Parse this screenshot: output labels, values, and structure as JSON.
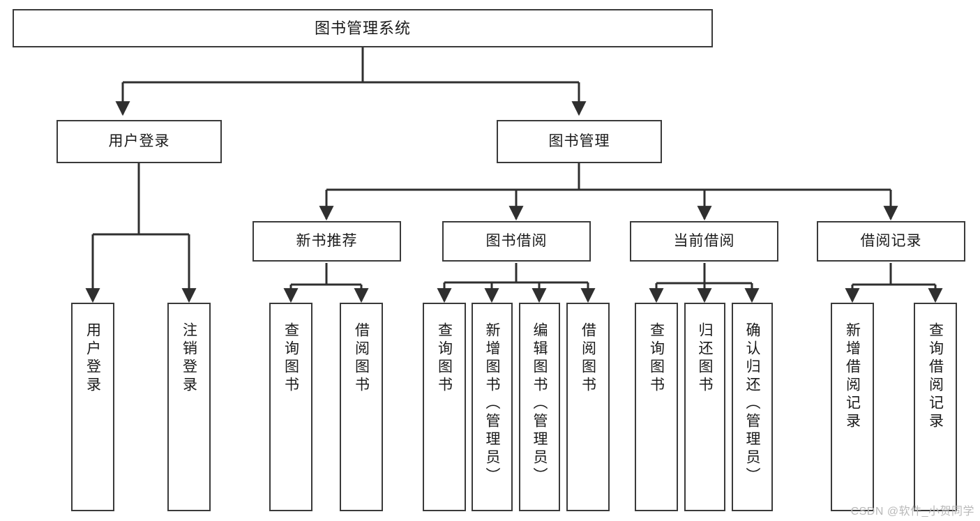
{
  "diagram": {
    "title": "图书管理系统",
    "type": "hierarchy-tree",
    "watermark": "CSDN @软件_小贺同学",
    "colors": {
      "background": "#ffffff",
      "box_border": "#3a3a3a",
      "connector": "#2f2f2f",
      "text": "#1a1a1a",
      "watermark": "#b9b9b9"
    },
    "root": {
      "label": "图书管理系统"
    },
    "level2": [
      {
        "label": "用户登录"
      },
      {
        "label": "图书管理"
      }
    ],
    "level3": [
      {
        "label": "新书推荐"
      },
      {
        "label": "图书借阅"
      },
      {
        "label": "当前借阅"
      },
      {
        "label": "借阅记录"
      }
    ],
    "leaves": {
      "user_login": [
        {
          "label": "用户登录"
        },
        {
          "label": "注销登录"
        }
      ],
      "new_book_recommend": [
        {
          "label": "查询图书"
        },
        {
          "label": "借阅图书"
        }
      ],
      "book_borrow": [
        {
          "label": "查询图书"
        },
        {
          "label": "新增图书（管理员）"
        },
        {
          "label": "编辑图书（管理员）"
        },
        {
          "label": "借阅图书"
        }
      ],
      "current_borrow": [
        {
          "label": "查询图书"
        },
        {
          "label": "归还图书"
        },
        {
          "label": "确认归还（管理员）"
        }
      ],
      "borrow_record": [
        {
          "label": "新增借阅记录"
        },
        {
          "label": "查询借阅记录"
        }
      ]
    }
  }
}
